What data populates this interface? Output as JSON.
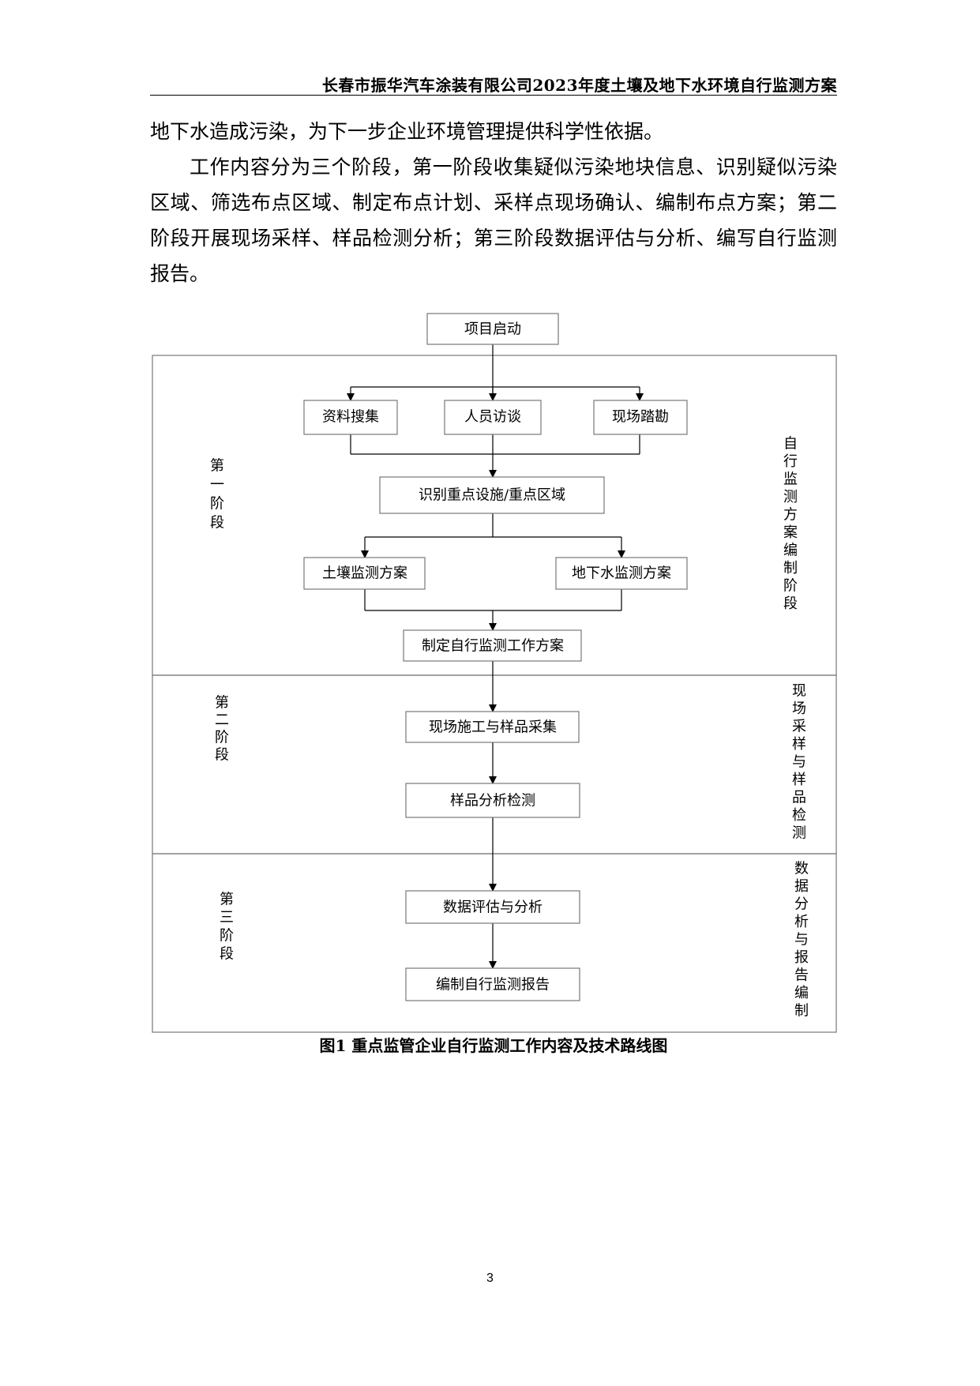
{
  "header": {
    "title": "长春市振华汽车涂装有限公司2023年度土壤及地下水环境自行监测方案"
  },
  "body": {
    "para1": "地下水造成污染，为下一步企业环境管理提供科学性依据。",
    "para2": "工作内容分为三个阶段，第一阶段收集疑似污染地块信息、识别疑似污染区域、筛选布点区域、制定布点计划、采样点现场确认、编制布点方案；第二阶段开展现场采样、样品检测分析；第三阶段数据评估与分析、编写自行监测报告。"
  },
  "flowchart": {
    "start": "项目启动",
    "stage1": {
      "left_label": "第一阶段",
      "right_label": "自行监测方案编制阶段",
      "collect": "资料搜集",
      "interview": "人员访谈",
      "survey": "现场踏勘",
      "identify": "识别重点设施/重点区域",
      "soil_plan": "土壤监测方案",
      "groundwater_plan": "地下水监测方案",
      "work_plan": "制定自行监测工作方案"
    },
    "stage2": {
      "left_label": "第二阶段",
      "right_label": "现场采样与样品检测",
      "sampling": "现场施工与样品采集",
      "analysis": "样品分析检测"
    },
    "stage3": {
      "left_label": "第三阶段",
      "right_label": "数据分析与报告编制",
      "evaluate": "数据评估与分析",
      "report": "编制自行监测报告"
    }
  },
  "caption": "图1  重点监管企业自行监测工作内容及技术路线图",
  "page_number": "3"
}
